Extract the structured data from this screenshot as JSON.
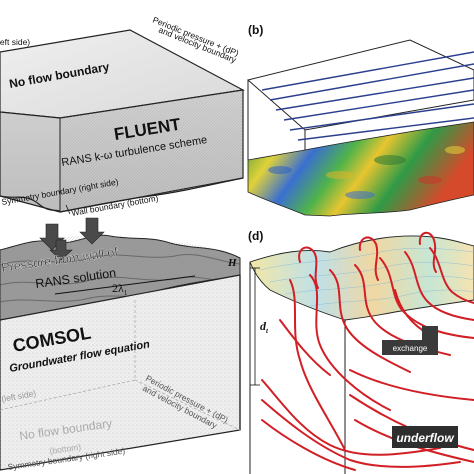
{
  "panel_a": {
    "left_side_label": "left side)",
    "periodic_label_line1": "Periodic pressure + (dP)",
    "periodic_label_line2": "and velocity boundary",
    "no_flow_label": "No flow boundary",
    "solver_title": "FLUENT",
    "solver_subtitle": "RANS k-ω turbulence scheme",
    "symmetry_label": "Symmetry boundary (right side)",
    "wall_label": "Wall boundary (bottom)"
  },
  "panel_b": {
    "letter": "(b)"
  },
  "panel_c": {
    "pressure_line1": "Pressure from wall of",
    "pressure_line2": "RANS  solution",
    "wavelength_label": "2λ",
    "wavelength_sub": "1",
    "height_label": "H",
    "solver_title": "COMSOL",
    "solver_subtitle": "Groundwater flow equation",
    "left_side_label": "(left side)",
    "periodic_label_line1": "Periodic pressure + (dP)",
    "periodic_label_line2": "and velocity boundary",
    "no_flow_label": "No flow boundary",
    "bottom_label": "(bottom)",
    "symmetry_label": "Symmetry boundary (right side)"
  },
  "panel_d": {
    "letter": "(d)",
    "depth_label": "d",
    "depth_sub": "t",
    "exchange_label": "exchange",
    "underflow_label": "underflow"
  },
  "colors": {
    "box_top": "#e6e6e6",
    "box_front": "#c9c9c9",
    "box_side": "#b5b5b5",
    "streamline_blue": "#2b3f8f",
    "flow_red": "#d21f25",
    "label_box": "#3a3a3a"
  }
}
